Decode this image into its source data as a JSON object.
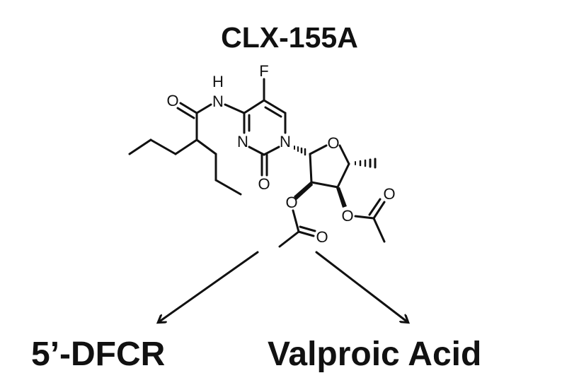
{
  "diagram": {
    "title": "CLX-155A",
    "structure": {
      "type": "chemical-structure",
      "compound": "CLX-155A",
      "atom_labels": [
        "O",
        "H",
        "N",
        "F",
        "N",
        "N",
        "O",
        "O",
        "O",
        "O",
        "O",
        "O"
      ]
    },
    "atoms": {
      "amide_o": "O",
      "nh_h": "H",
      "nh_n": "N",
      "f": "F",
      "n3": "N",
      "n1": "N",
      "c2_o": "O",
      "ring_o": "O",
      "o2": "O",
      "o2_carbonyl": "O",
      "o3": "O",
      "o3_carbonyl": "O"
    },
    "arrows": [
      {
        "from": "CLX-155A",
        "to": "5'-DFCR",
        "direction": "down-left"
      },
      {
        "from": "CLX-155A",
        "to": "Valproic Acid",
        "direction": "down-right"
      }
    ],
    "products": {
      "left": "5’-DFCR",
      "right": "Valproic Acid"
    }
  }
}
